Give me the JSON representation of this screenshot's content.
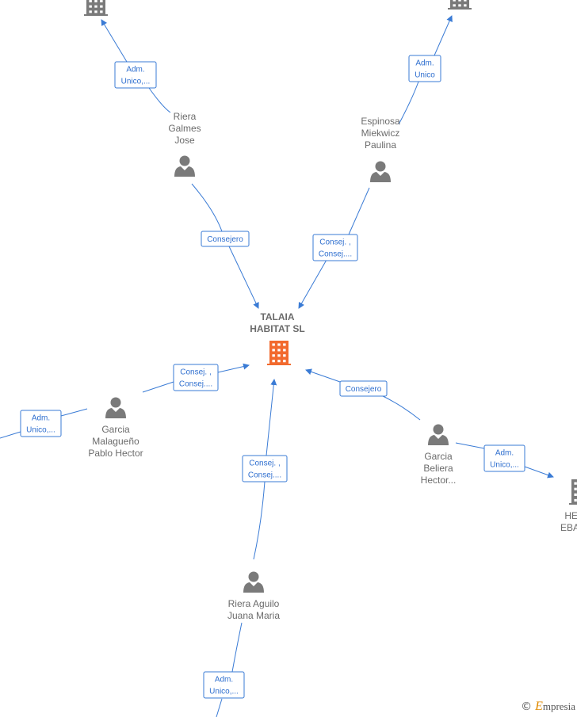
{
  "colors": {
    "edge": "#3a7bd5",
    "person": "#7a7a7a",
    "center": "#f26a2e",
    "company": "#7a7a7a"
  },
  "center": {
    "line1": "TALAIA",
    "line2": "HABITAT SL",
    "icon": "building-icon"
  },
  "persons": [
    {
      "id": "riera-galmes",
      "lines": [
        "Riera",
        "Galmes",
        "Jose"
      ]
    },
    {
      "id": "espinosa",
      "lines": [
        "Espinosa",
        "Miekwicz",
        "Paulina"
      ]
    },
    {
      "id": "garcia-malagueno",
      "lines": [
        "Garcia",
        "Malagueño",
        "Pablo Hector"
      ]
    },
    {
      "id": "garcia-beliera",
      "lines": [
        "Garcia",
        "Beliera",
        "Hector..."
      ]
    },
    {
      "id": "riera-aguilo",
      "lines": [
        "Riera Aguilo",
        "Juana Maria"
      ]
    }
  ],
  "companies": [
    {
      "id": "company-top-left",
      "lines": []
    },
    {
      "id": "company-top-right",
      "lines": []
    },
    {
      "id": "company-right",
      "lines": [
        "HEC",
        "EBANI"
      ]
    }
  ],
  "edges": [
    {
      "id": "e1",
      "lines": [
        "Adm.",
        "Unico,..."
      ]
    },
    {
      "id": "e2",
      "lines": [
        "Adm.",
        "Unico"
      ]
    },
    {
      "id": "e3",
      "lines": [
        "Consejero"
      ]
    },
    {
      "id": "e4",
      "lines": [
        "Consej. ,",
        "Consej...."
      ]
    },
    {
      "id": "e5",
      "lines": [
        "Consej. ,",
        "Consej...."
      ]
    },
    {
      "id": "e6",
      "lines": [
        "Adm.",
        "Unico,..."
      ]
    },
    {
      "id": "e7",
      "lines": [
        "Consejero"
      ]
    },
    {
      "id": "e8",
      "lines": [
        "Adm.",
        "Unico,..."
      ]
    },
    {
      "id": "e9",
      "lines": [
        "Consej. ,",
        "Consej...."
      ]
    },
    {
      "id": "e10",
      "lines": [
        "Adm.",
        "Unico,..."
      ]
    }
  ],
  "watermark": {
    "copyright": "©",
    "brand_initial": "E",
    "brand_rest": "mpresia"
  }
}
